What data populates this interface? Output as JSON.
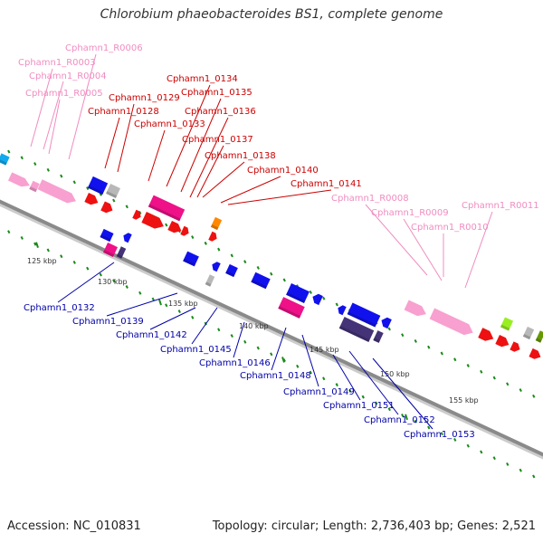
{
  "title": "Chlorobium phaeobacteroides BS1, complete genome",
  "footer": {
    "accession_label": "Accession:",
    "accession": "NC_010831",
    "topology_label": "Topology:",
    "topology": "circular;",
    "length_label": "Length:",
    "length": "2,736,403 bp;",
    "genes_label": "Genes:",
    "genes": "2,521"
  },
  "colors": {
    "rna_label": "#f08cc0",
    "forward_label": "#cc0000",
    "reverse_label": "#0000aa",
    "leader": "#ff9fc8",
    "backbone": "#8a8a8a",
    "tick": "#1a8a1a",
    "forward_arrow": "#ee1111",
    "reverse_arrow": "#1111ee",
    "rna_feature": "#f8a0d0",
    "pseudo_feature": "#b8b8b8",
    "magenta_feature": "#ee1188",
    "purple_feature": "#443377",
    "orange_feature": "#ff8800",
    "lime_feature": "#99ee22",
    "olive_feature": "#669900",
    "cyan_feature": "#11aaee"
  },
  "scale_labels": [
    "125 kbp",
    "130 kbp",
    "135 kbp",
    "140 kbp",
    "145 kbp",
    "150 kbp",
    "155 kbp"
  ],
  "rna_labels": [
    "Cphamn1_R0006",
    "Cphamn1_R0003",
    "Cphamn1_R0004",
    "Cphamn1_R0005",
    "Cphamn1_R0008",
    "Cphamn1_R0009",
    "Cphamn1_R0010",
    "Cphamn1_R0011"
  ],
  "forward_labels": [
    "Cphamn1_0134",
    "Cphamn1_0135",
    "Cphamn1_0129",
    "Cphamn1_0128",
    "Cphamn1_0136",
    "Cphamn1_0133",
    "Cphamn1_0137",
    "Cphamn1_0138",
    "Cphamn1_0140",
    "Cphamn1_0141"
  ],
  "reverse_labels": [
    "Cphamn1_0132",
    "Cphamn1_0139",
    "Cphamn1_0142",
    "Cphamn1_0145",
    "Cphamn1_0146",
    "Cphamn1_0148",
    "Cphamn1_0149",
    "Cphamn1_0151",
    "Cphamn1_0152",
    "Cphamn1_0153"
  ]
}
